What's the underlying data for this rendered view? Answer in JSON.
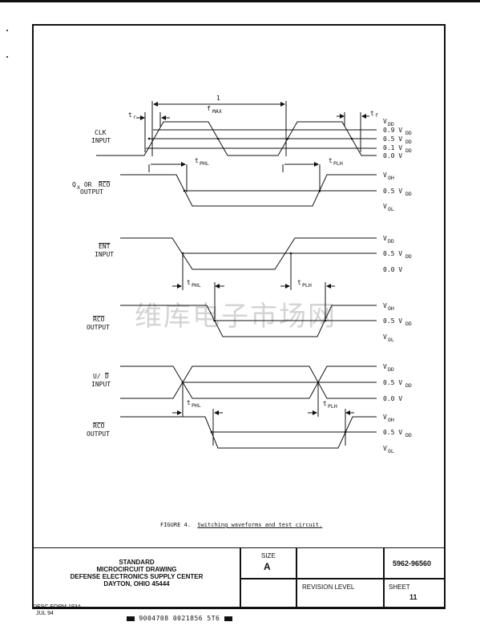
{
  "signals": {
    "clk": [
      "CLK",
      "INPUT"
    ],
    "q_rco": [
      "Q",
      "X",
      " OR ",
      "RCO",
      "OUTPUT"
    ],
    "ent": [
      "ENT",
      "INPUT"
    ],
    "rco1": [
      "RCO",
      "OUTPUT"
    ],
    "ud": [
      "U/",
      "D",
      "INPUT"
    ],
    "rco2": [
      "RCO",
      "OUTPUT"
    ]
  },
  "levels": {
    "vdd": [
      "V",
      "DD"
    ],
    "v09": [
      "0.9 V",
      "DD"
    ],
    "v05": [
      "0.5 V",
      "DD"
    ],
    "v01": [
      "0.1 V",
      "DD"
    ],
    "v0": "0.0 V",
    "voh": [
      "V",
      "OH"
    ],
    "vol": [
      "V",
      "OL"
    ]
  },
  "timing": {
    "one": "1",
    "fmax": [
      "f",
      "MAX"
    ],
    "tr": [
      "t",
      "r"
    ],
    "tf": [
      "t",
      "f"
    ],
    "tphl": [
      "t",
      "PHL"
    ],
    "tplh": [
      "t",
      "PLH"
    ]
  },
  "watermark": "维库电子市场网",
  "caption": {
    "prefix": "FIGURE 4.",
    "text": "Switching waveforms and test circuit."
  },
  "title_block": {
    "org_lines": [
      "STANDARD",
      "MICROCIRCUIT DRAWING",
      "DEFENSE ELECTRONICS SUPPLY CENTER",
      "DAYTON, OHIO 45444"
    ],
    "size_label": "SIZE",
    "size_value": "A",
    "drawing_number": "5962-96560",
    "revision_label": "REVISION LEVEL",
    "sheet_label": "SHEET",
    "sheet_value": "11"
  },
  "form": {
    "line1": "DESC FORM 193A",
    "line2": "JUL 94"
  },
  "barcode_text": "9004708 0021856 5T6"
}
